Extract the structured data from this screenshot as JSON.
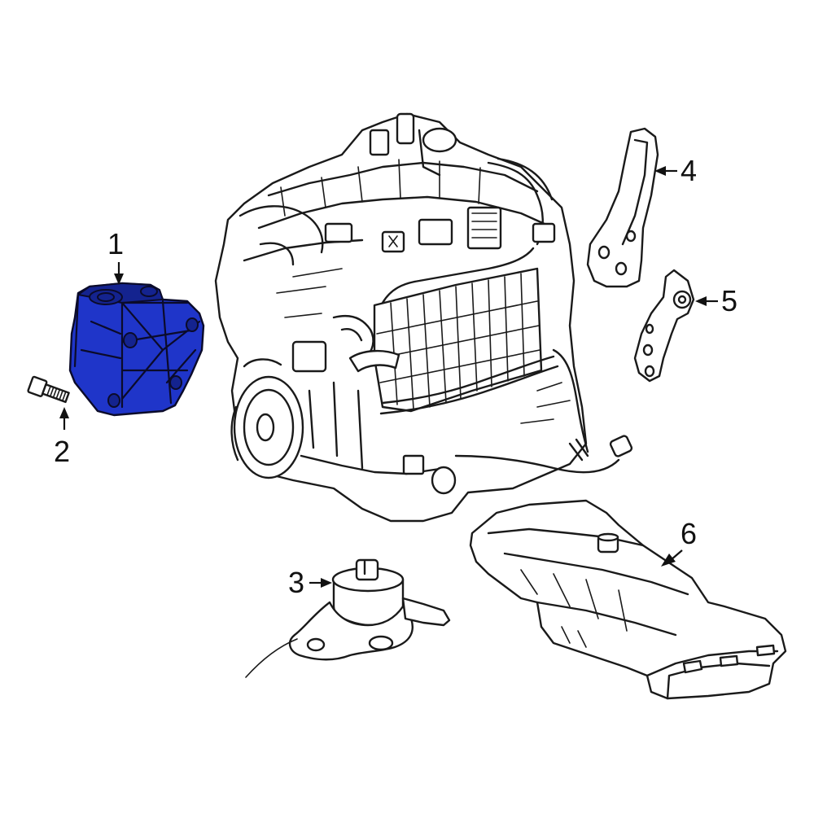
{
  "callouts": [
    {
      "id": "1",
      "label": "1"
    },
    {
      "id": "2",
      "label": "2"
    },
    {
      "id": "3",
      "label": "3"
    },
    {
      "id": "4",
      "label": "4"
    },
    {
      "id": "5",
      "label": "5"
    },
    {
      "id": "6",
      "label": "6"
    }
  ],
  "colors": {
    "highlight": "#1f35c9",
    "line": "#1a1a1a",
    "background": "#ffffff"
  },
  "highlighted_part": "1"
}
